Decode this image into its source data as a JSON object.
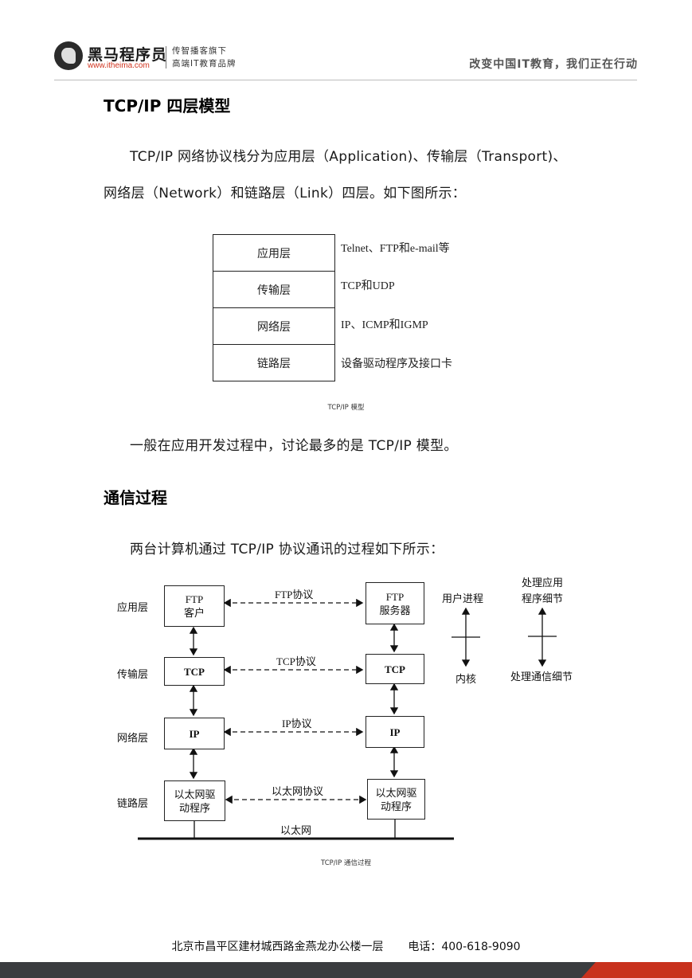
{
  "header": {
    "brand_name": "黑马程序员",
    "brand_url": "www.itheima.com",
    "tagline_1": "传智播客旗下",
    "tagline_2": "高端IT教育品牌",
    "slogan": "改变中国IT教育，我们正在行动"
  },
  "section1": {
    "title": "TCP/IP 四层模型",
    "para1_line1": "TCP/IP 网络协议栈分为应用层（Application)、传输层（Transport)、",
    "para1_line2": "网络层（Network）和链路层（Link）四层。如下图所示：",
    "layers": [
      {
        "name": "应用层",
        "desc": "Telnet、FTP和e-mail等"
      },
      {
        "name": "传输层",
        "desc": "TCP和UDP"
      },
      {
        "name": "网络层",
        "desc": "IP、ICMP和IGMP"
      },
      {
        "name": "链路层",
        "desc": "设备驱动程序及接口卡"
      }
    ],
    "caption": "TCP/IP 模型",
    "para2": "一般在应用开发过程中，讨论最多的是 TCP/IP 模型。"
  },
  "section2": {
    "title": "通信过程",
    "intro": "两台计算机通过 TCP/IP 协议通讯的过程如下所示：",
    "diagram": {
      "row_labels": [
        "应用层",
        "传输层",
        "网络层",
        "链路层"
      ],
      "left_boxes": [
        "FTP\n客户",
        "TCP",
        "IP",
        "以太网驱\n动程序"
      ],
      "right_boxes": [
        "FTP\n服务器",
        "TCP",
        "IP",
        "以太网驱\n动程序"
      ],
      "protocols": [
        "FTP协议",
        "TCP协议",
        "IP协议",
        "以太网协议"
      ],
      "network_label": "以太网",
      "user_process": "用户进程",
      "kernel": "内核",
      "handle_app_1": "处理应用",
      "handle_app_2": "程序细节",
      "handle_comm": "处理通信细节"
    },
    "caption": "TCP/IP 通信过程"
  },
  "footer": {
    "address": "北京市昌平区建材城西路金燕龙办公楼一层",
    "phone": "电话：400-618-9090"
  },
  "colors": {
    "accent": "#c8311d",
    "footer_bar": "#3b3d40",
    "brand_url": "#d0341f"
  }
}
